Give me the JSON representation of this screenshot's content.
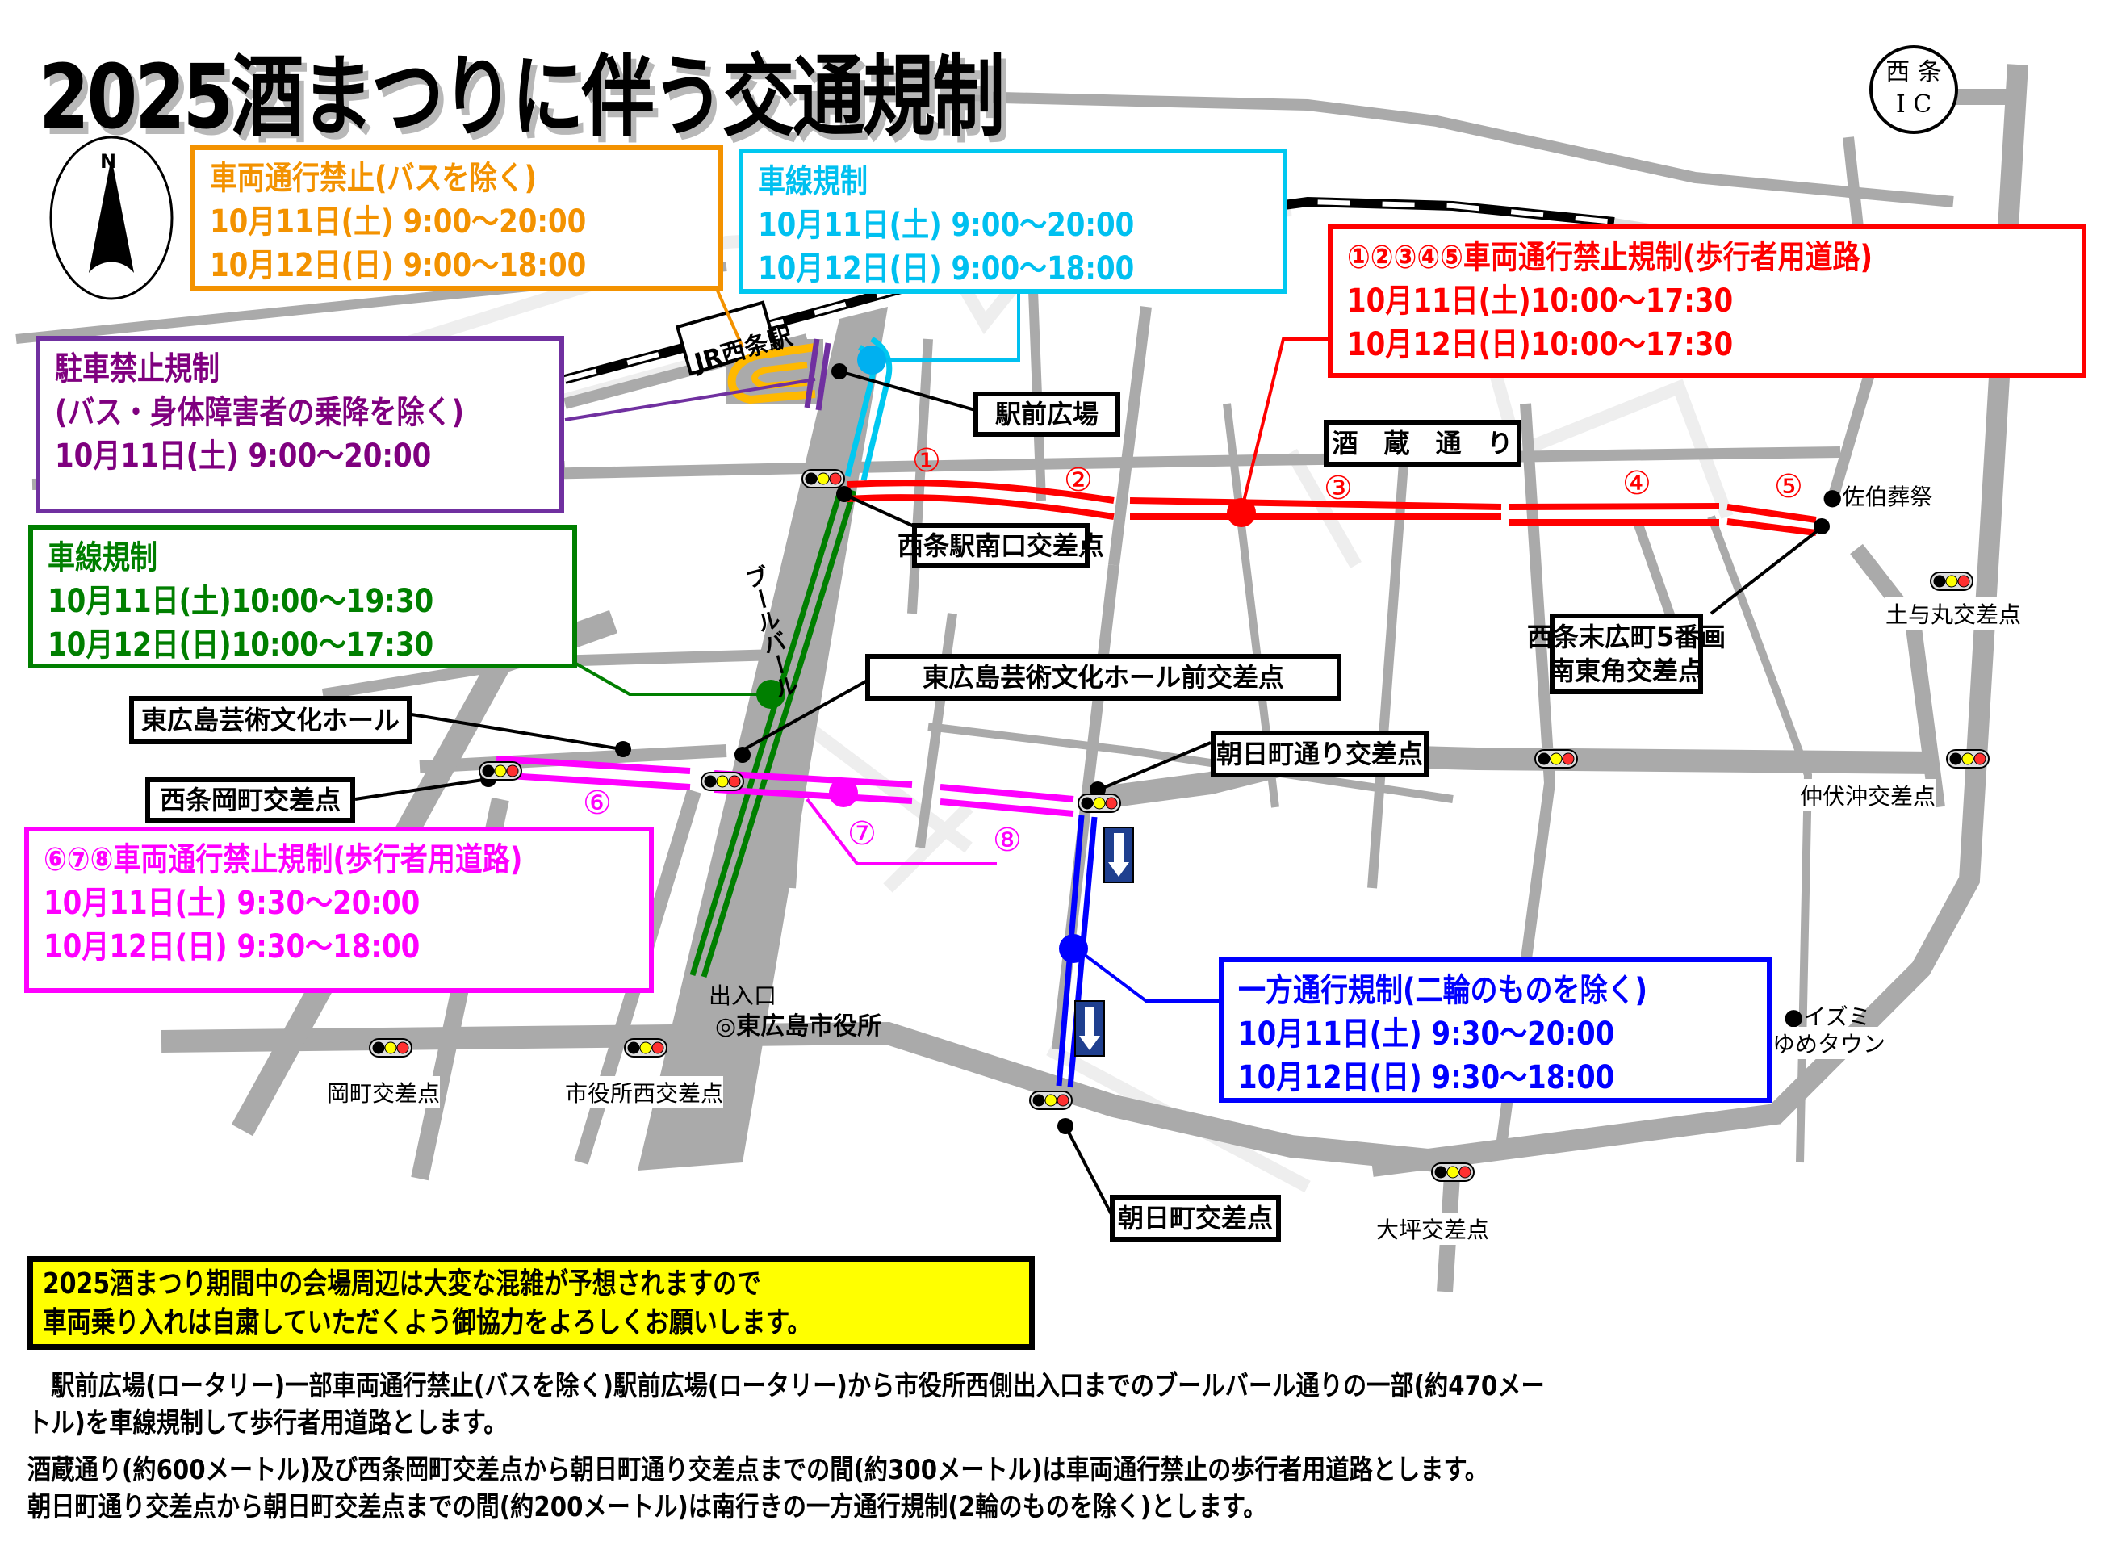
{
  "title": "2025酒まつりに伴う交通規制",
  "compass": {
    "icon": "north-arrow-icon",
    "label": "N"
  },
  "interchange": {
    "line1": "西 条",
    "line2": "I C"
  },
  "colors": {
    "orange": "#f39200",
    "cyan": "#00c0f0",
    "red": "#ff0000",
    "purple": "#7030a0",
    "green": "#007f00",
    "magenta": "#ff00ff",
    "blue": "#0000ff",
    "road": "#aaaaaa",
    "notice_bg": "#ffff00"
  },
  "regulations": {
    "bus_only": {
      "title": "車両通行禁止(バスを除く)",
      "sat": "10月11日(土) 9:00～20:00",
      "sun": "10月12日(日) 9:00～18:00"
    },
    "lane_station": {
      "title": "車線規制",
      "sat": "10月11日(土) 9:00～20:00",
      "sun": "10月12日(日) 9:00～18:00"
    },
    "sakagura": {
      "title": "①②③④⑤車両通行禁止規制(歩行者用道路)",
      "sat": "10月11日(土)10:00～17:30",
      "sun": "10月12日(日)10:00～17:30"
    },
    "parking": {
      "title": "駐車禁止規制",
      "subtitle": "(バス・身体障害者の乗降を除く)",
      "sat": "10月11日(土) 9:00～20:00"
    },
    "lane_boulevard": {
      "title": "車線規制",
      "sat": "10月11日(土)10:00～19:30",
      "sun": "10月12日(日)10:00～17:30"
    },
    "pedestrian_678": {
      "title": "⑥⑦⑧車両通行禁止規制(歩行者用道路)",
      "sat": "10月11日(土) 9:30～20:00",
      "sun": "10月12日(日) 9:30～18:00"
    },
    "one_way": {
      "title": "一方通行規制(二輪のものを除く)",
      "sat": "10月11日(土) 9:30～20:00",
      "sun": "10月12日(日) 9:30～18:00"
    }
  },
  "labels": {
    "station": "JR西条駅",
    "ekimae": "駅前広場",
    "south_exit": "西条駅南口交差点",
    "sakagura_street": "酒　蔵　通　り",
    "suehiro_1": "西条末広町5番画",
    "suehiro_2": "南東角交差点",
    "art_hall": "東広島芸術文化ホール",
    "art_hall_cross": "東広島芸術文化ホール前交差点",
    "okamachi_cross": "西条岡町交差点",
    "asahi_street": "朝日町通り交差点",
    "asahi": "朝日町交差点",
    "boulevard": "ブールバール",
    "entrance": "出入口",
    "city_hall": "◎東広島市役所"
  },
  "landmarks": {
    "saeki": "●佐伯葬祭",
    "doyomaru": "土与丸交差点",
    "nakafushiki": "仲伏沖交差点",
    "izumi_1": "●イズミ",
    "izumi_2": "ゆめタウン",
    "okamachi": "岡町交差点",
    "cityhall_west": "市役所西交差点",
    "ohtsubo": "大坪交差点"
  },
  "section_numbers": [
    "①",
    "②",
    "③",
    "④",
    "⑤",
    "⑥",
    "⑦",
    "⑧"
  ],
  "notice": {
    "line1": "2025酒まつり期間中の会場周辺は大変な混雑が予想されますので",
    "line2": "車両乗り入れは自粛していただくよう御協力をよろしくお願いします。"
  },
  "description": {
    "p1_line1": "　駅前広場(ロータリー)一部車両通行禁止(バスを除く)駅前広場(ロータリー)から市役所西側出入口までのブールバール通りの一部(約470メー",
    "p1_line2": "トル)を車線規制して歩行者用道路とします。",
    "p2_line1": "酒蔵通り(約600メートル)及び西条岡町交差点から朝日町通り交差点までの間(約300メートル)は車両通行禁止の歩行者用道路とします。",
    "p2_line2": "朝日町通り交差点から朝日町交差点までの間(約200メートル)は南行きの一方通行規制(2輪のものを除く)とします。"
  }
}
